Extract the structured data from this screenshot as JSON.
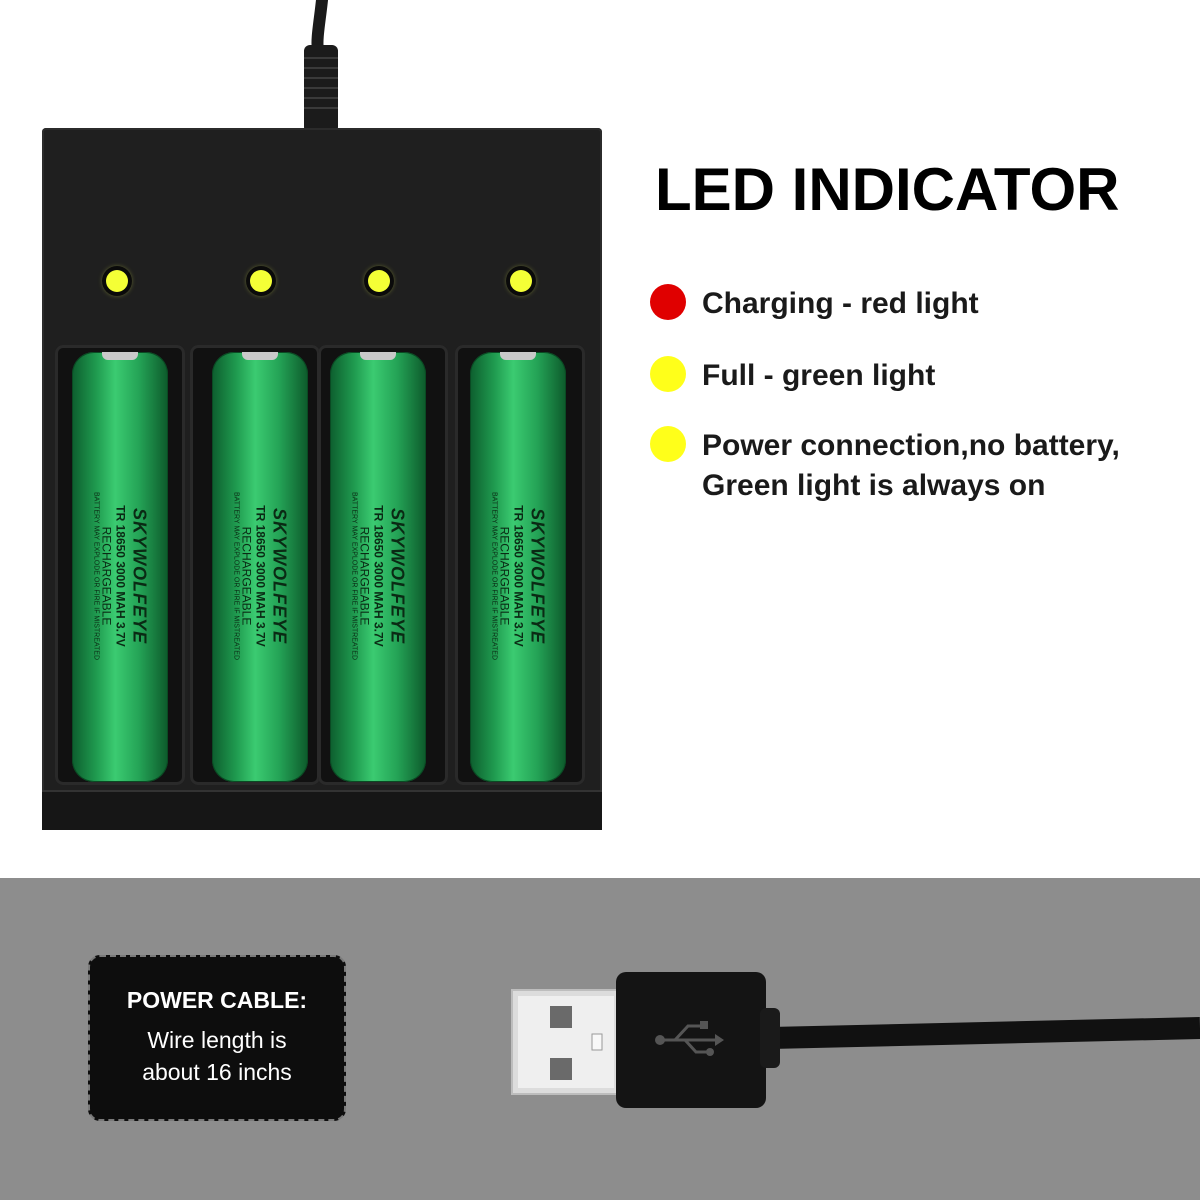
{
  "indicator": {
    "title": "LED INDICATOR",
    "items": [
      {
        "color": "#e00000",
        "text": "Charging - red light"
      },
      {
        "color": "#ffff1a",
        "text": "Full - green light"
      },
      {
        "color": "#ffff1a",
        "text": "Power connection,no battery,",
        "text2": "Green light is always on"
      }
    ]
  },
  "cable": {
    "title": "POWER CABLE:",
    "line1": "Wire length is",
    "line2": "about 16 inchs"
  },
  "battery": {
    "brand": "SKYWOLFEYE",
    "model": "TR 18650 3000 MAH 3.7V",
    "type": "RECHARGEABLE",
    "warning": "BATTERY MAY EXPLODE OR FIRE IF MISTREATED"
  }
}
